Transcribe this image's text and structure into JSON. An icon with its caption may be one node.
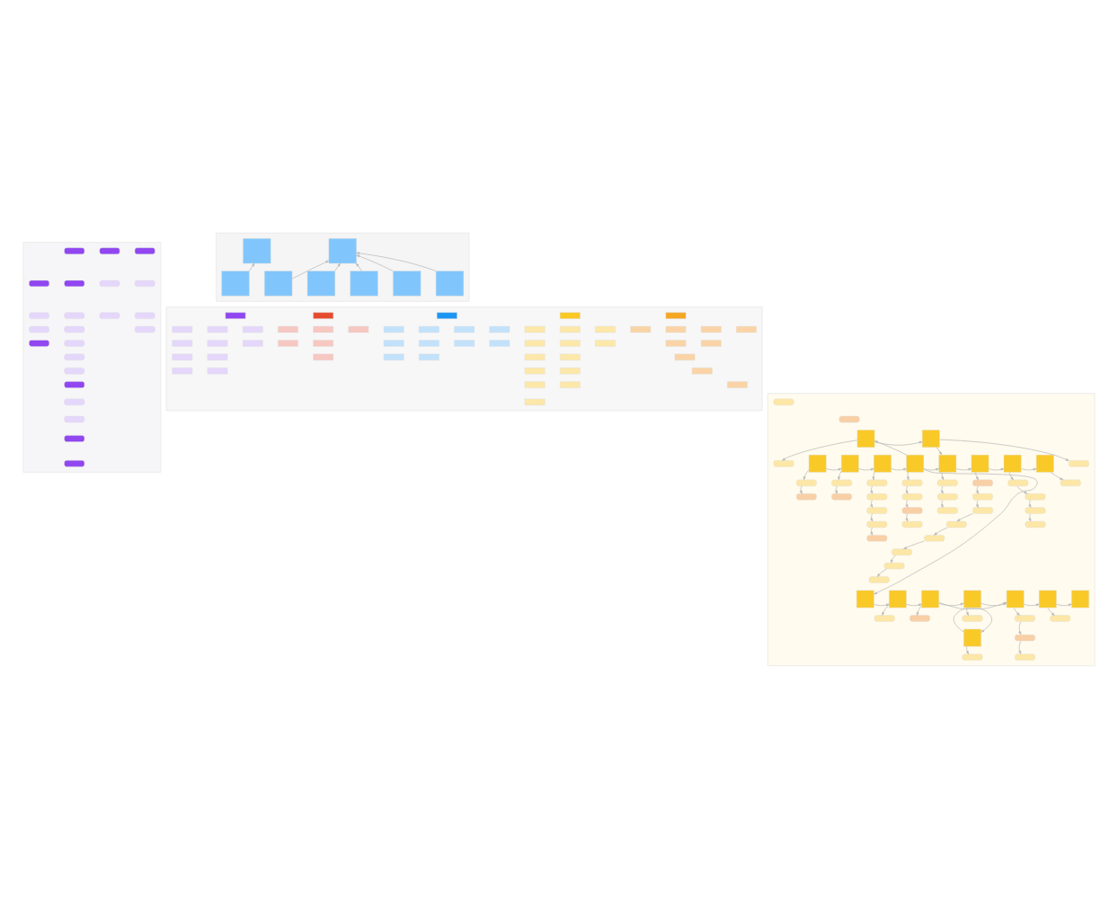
{
  "diagram": {
    "nodes": [
      {
        "text": [],
        "shape": "box"
      },
      {
        "text": [],
        "shape": "box",
        "in": 0
      },
      {
        "text": [],
        "shape": "box",
        "in": 0
      },
      {
        "text": [],
        "shape": "box",
        "in": 0
      },
      {
        "text": [],
        "shape": "box",
        "in": 0
      },
      {
        "text": [],
        "shape": "box",
        "in": 0
      },
      {
        "text": [],
        "shape": "box",
        "in": 0
      },
      {
        "text": [],
        "shape": "box",
        "in": 0
      },
      {
        "text": [],
        "shape": "box",
        "in": 0
      },
      {
        "text": [],
        "shape": "box",
        "in": 0
      },
      {
        "text": [],
        "shape": "box",
        "in": 0
      },
      {
        "text": [],
        "shape": "box",
        "in": 0
      },
      {
        "text": [],
        "shape": "box",
        "in": 0
      },
      {
        "text": [],
        "shape": "box",
        "in": 0
      },
      {
        "text": [],
        "shape": "box",
        "in": 0
      },
      {
        "text": [],
        "shape": "box",
        "in": 0
      },
      {
        "text": [],
        "shape": "box",
        "in": 0
      },
      {
        "text": [],
        "shape": "box",
        "in": 0
      },
      {
        "text": [],
        "shape": "box",
        "in": 0
      },
      {
        "text": [],
        "shape": "box",
        "in": 0
      },
      {
        "text": [],
        "shape": "box",
        "in": 0
      },
      {
        "text": [],
        "shape": "box",
        "in": 0
      },
      {
        "text": [],
        "shape": "box",
        "in": 0
      },
      {
        "text": [],
        "shape": "box",
        "in": 0
      },
      {
        "text": [],
        "shape": "box"
      },
      {
        "text": [],
        "shape": "box",
        "in": 24
      },
      {
        "text": [],
        "shape": "box",
        "in": 24
      },
      {
        "text": [],
        "shape": "box",
        "in": 24
      },
      {
        "text": [],
        "shape": "box",
        "in": 24
      },
      {
        "text": [],
        "shape": "box",
        "in": 24
      },
      {
        "text": [],
        "shape": "box",
        "in": 24
      },
      {
        "text": [],
        "shape": "box",
        "in": 24
      },
      {
        "text": [],
        "shape": "box",
        "in": 24
      },
      {
        "text": [],
        "shape": "box"
      },
      {
        "text": [],
        "shape": "box",
        "in": 33
      },
      {
        "text": [],
        "shape": "box",
        "in": 33
      },
      {
        "text": [],
        "shape": "box",
        "in": 33
      },
      {
        "text": [],
        "shape": "box",
        "in": 33
      },
      {
        "text": [],
        "shape": "box",
        "in": 33
      },
      {
        "text": [],
        "shape": "box",
        "in": 33
      },
      {
        "text": [],
        "shape": "box",
        "in": 33
      },
      {
        "text": [],
        "shape": "box",
        "in": 33
      },
      {
        "text": [],
        "shape": "box",
        "in": 33
      },
      {
        "text": [],
        "shape": "box",
        "in": 33
      },
      {
        "text": [],
        "shape": "box",
        "in": 33
      },
      {
        "text": [],
        "shape": "box",
        "in": 33
      },
      {
        "text": [],
        "shape": "box",
        "in": 33
      },
      {
        "text": [],
        "shape": "box",
        "in": 33
      },
      {
        "text": [],
        "shape": "box",
        "in": 33
      },
      {
        "text": [],
        "shape": "box",
        "in": 33
      },
      {
        "text": [],
        "shape": "box",
        "in": 33
      },
      {
        "text": [],
        "shape": "box",
        "in": 33
      },
      {
        "text": [],
        "shape": "box",
        "in": 33
      },
      {
        "text": [],
        "shape": "box",
        "in": 33
      },
      {
        "text": [],
        "shape": "box",
        "in": 33
      },
      {
        "text": [],
        "shape": "box",
        "in": 33
      },
      {
        "text": [],
        "shape": "box",
        "in": 33
      },
      {
        "text": [],
        "shape": "box",
        "in": 33
      },
      {
        "text": [],
        "shape": "box",
        "in": 33
      },
      {
        "text": [],
        "shape": "box",
        "in": 33
      },
      {
        "text": [],
        "shape": "box",
        "in": 33
      },
      {
        "text": [],
        "shape": "box",
        "in": 33
      },
      {
        "text": [],
        "shape": "box",
        "in": 33
      },
      {
        "text": [],
        "shape": "box",
        "in": 33
      },
      {
        "text": [],
        "shape": "box",
        "in": 33
      },
      {
        "text": [],
        "shape": "box",
        "in": 33
      },
      {
        "text": [],
        "shape": "box",
        "in": 33
      },
      {
        "text": [],
        "shape": "box",
        "in": 33
      },
      {
        "text": [],
        "shape": "box",
        "in": 33
      },
      {
        "text": [],
        "shape": "box",
        "in": 33
      },
      {
        "text": [],
        "shape": "box",
        "in": 33
      },
      {
        "text": [],
        "shape": "box",
        "in": 33
      },
      {
        "text": [],
        "shape": "box",
        "in": 33
      },
      {
        "text": [],
        "shape": "box",
        "in": 33
      },
      {
        "text": [],
        "shape": "box",
        "in": 33
      },
      {
        "text": [],
        "shape": "box",
        "in": 33
      },
      {
        "text": [],
        "shape": "box",
        "in": 33
      },
      {
        "text": [],
        "shape": "box",
        "in": 33
      },
      {
        "text": [],
        "shape": "box",
        "in": 33
      },
      {
        "text": [],
        "shape": "box",
        "in": 33
      },
      {
        "text": [],
        "shape": "box",
        "in": 33
      },
      {
        "text": [],
        "shape": "box",
        "in": 33
      },
      {
        "text": [],
        "shape": "box",
        "in": 33
      },
      {
        "text": [],
        "shape": "box",
        "in": 33
      },
      {
        "text": [],
        "shape": "box",
        "in": 33
      },
      {
        "text": [],
        "shape": "box",
        "in": 33
      },
      {
        "text": [],
        "shape": "box",
        "in": 33
      },
      {
        "text": [],
        "shape": "box"
      },
      {
        "text": [],
        "shape": "box",
        "in": 87
      },
      {
        "text": [],
        "shape": "box",
        "in": 87
      },
      {
        "text": [],
        "shape": "box",
        "in": 87
      },
      {
        "text": [],
        "shape": "box",
        "in": 87
      },
      {
        "text": [],
        "shape": "box",
        "in": 87
      },
      {
        "text": [],
        "shape": "box",
        "in": 87
      },
      {
        "text": [],
        "shape": "box",
        "in": 87
      },
      {
        "text": [],
        "shape": "box",
        "in": 87
      },
      {
        "text": [],
        "shape": "box",
        "in": 87
      },
      {
        "text": [],
        "shape": "box",
        "in": 87
      },
      {
        "text": [],
        "shape": "box",
        "in": 87
      },
      {
        "text": [],
        "shape": "box",
        "in": 87
      },
      {
        "text": [],
        "shape": "box",
        "in": 87
      },
      {
        "text": [],
        "shape": "box",
        "in": 87
      },
      {
        "text": [],
        "shape": "box",
        "in": 87
      },
      {
        "text": [],
        "shape": "box",
        "in": 87
      },
      {
        "text": [],
        "shape": "box",
        "in": 87
      },
      {
        "text": [],
        "shape": "box",
        "in": 87
      },
      {
        "text": [],
        "shape": "box",
        "in": 87
      },
      {
        "text": [],
        "shape": "box",
        "in": 87
      },
      {
        "text": [],
        "shape": "box",
        "in": 87
      },
      {
        "text": [],
        "shape": "box",
        "in": 87
      },
      {
        "text": [],
        "shape": "box",
        "in": 87
      },
      {
        "text": [],
        "shape": "box",
        "in": 87
      },
      {
        "text": [],
        "shape": "box",
        "in": 87
      },
      {
        "text": [],
        "shape": "box",
        "in": 87
      },
      {
        "text": [],
        "shape": "box",
        "in": 87
      },
      {
        "text": [],
        "shape": "box",
        "in": 87
      },
      {
        "text": [],
        "shape": "box",
        "in": 87
      },
      {
        "text": [],
        "shape": "box",
        "in": 87
      },
      {
        "text": [],
        "shape": "box",
        "in": 87
      },
      {
        "text": [],
        "shape": "box",
        "in": 87
      },
      {
        "text": [],
        "shape": "box",
        "in": 87
      },
      {
        "text": [],
        "shape": "box",
        "in": 87
      },
      {
        "text": [],
        "shape": "box",
        "in": 87
      },
      {
        "text": [],
        "shape": "box",
        "in": 87
      },
      {
        "text": [],
        "shape": "box",
        "in": 87
      },
      {
        "text": [],
        "shape": "box",
        "in": 87
      },
      {
        "text": [],
        "shape": "box",
        "in": 87
      },
      {
        "text": [],
        "shape": "box",
        "in": 87
      },
      {
        "text": [],
        "shape": "box",
        "in": 87
      },
      {
        "text": [],
        "shape": "box",
        "in": 87
      },
      {
        "text": [],
        "shape": "box",
        "in": 87
      },
      {
        "text": [],
        "shape": "box",
        "in": 87
      },
      {
        "text": [],
        "shape": "box",
        "in": 87
      },
      {
        "text": [],
        "shape": "box",
        "in": 87
      },
      {
        "text": [],
        "shape": "box",
        "in": 87
      },
      {
        "text": [],
        "shape": "box",
        "in": 87
      },
      {
        "text": [],
        "shape": "box",
        "in": 87
      },
      {
        "text": [],
        "shape": "box",
        "in": 87
      },
      {
        "text": [],
        "shape": "box",
        "in": 87
      },
      {
        "text": [],
        "shape": "box",
        "in": 87
      },
      {
        "text": [],
        "shape": "box",
        "in": 87
      },
      {
        "text": [],
        "shape": "box",
        "in": 87
      },
      {
        "text": [],
        "shape": "box",
        "in": 87
      },
      {
        "text": [],
        "shape": "box",
        "in": 87
      },
      {
        "text": [],
        "shape": "box",
        "in": 87
      },
      {
        "text": [],
        "shape": "box",
        "in": 87
      },
      {
        "text": [],
        "shape": "box",
        "in": 87
      }
    ],
    "edges": [
      {
        "from": 27,
        "to": 25,
        "arrow": "to"
      },
      {
        "from": 28,
        "to": 26,
        "arrow": "to"
      },
      {
        "from": 29,
        "to": 26,
        "arrow": "to"
      },
      {
        "from": 30,
        "to": 26,
        "arrow": "to"
      },
      {
        "from": 31,
        "to": 26,
        "arrow": "to"
      },
      {
        "from": 32,
        "to": 26,
        "arrow": "to"
      },
      {
        "from": 90,
        "to": 91,
        "arrow": "to"
      },
      {
        "from": 91,
        "to": 92,
        "arrow": "to"
      },
      {
        "from": 92,
        "to": 93,
        "arrow": "to"
      },
      {
        "from": 93,
        "to": 94,
        "arrow": "to"
      },
      {
        "from": 94,
        "to": 95,
        "arrow": "to"
      },
      {
        "from": 95,
        "to": 96,
        "arrow": "to"
      },
      {
        "from": 96,
        "to": 97,
        "arrow": "to"
      },
      {
        "from": 93,
        "to": 98,
        "arrow": "to"
      },
      {
        "from": 98,
        "to": 99,
        "arrow": "to"
      },
      {
        "from": 99,
        "to": 94,
        "arrow": "to"
      },
      {
        "from": 93,
        "to": 100,
        "arrow": "to"
      },
      {
        "from": 100,
        "to": 101,
        "arrow": "to"
      },
      {
        "from": 101,
        "to": 102,
        "arrow": "to"
      },
      {
        "from": 102,
        "to": 103,
        "arrow": "to"
      },
      {
        "from": 103,
        "to": 104,
        "arrow": "to"
      },
      {
        "from": 104,
        "to": 105,
        "arrow": "to"
      },
      {
        "from": 105,
        "to": 106,
        "arrow": "to"
      },
      {
        "from": 102,
        "to": 107,
        "arrow": "to"
      },
      {
        "from": 107,
        "to": 104,
        "arrow": "to"
      },
      {
        "from": 90,
        "to": 108,
        "arrow": "to"
      },
      {
        "from": 108,
        "to": 109,
        "arrow": "to"
      },
      {
        "from": 91,
        "to": 110,
        "arrow": "to"
      },
      {
        "from": 110,
        "to": 111,
        "arrow": "to"
      },
      {
        "from": 92,
        "to": 112,
        "arrow": "to"
      },
      {
        "from": 112,
        "to": 113,
        "arrow": "to"
      },
      {
        "from": 113,
        "to": 114,
        "arrow": "to"
      },
      {
        "from": 114,
        "to": 115,
        "arrow": "to"
      },
      {
        "from": 115,
        "to": 116,
        "arrow": "to"
      },
      {
        "from": 93,
        "to": 117,
        "arrow": "to"
      },
      {
        "from": 117,
        "to": 118,
        "arrow": "to"
      },
      {
        "from": 118,
        "to": 119,
        "arrow": "to"
      },
      {
        "from": 119,
        "to": 120,
        "arrow": "to"
      },
      {
        "from": 94,
        "to": 121,
        "arrow": "to"
      },
      {
        "from": 121,
        "to": 122,
        "arrow": "to"
      },
      {
        "from": 122,
        "to": 123,
        "arrow": "to"
      },
      {
        "from": 95,
        "to": 124,
        "arrow": "to"
      },
      {
        "from": 124,
        "to": 125,
        "arrow": "to"
      },
      {
        "from": 125,
        "to": 126,
        "arrow": "to"
      },
      {
        "from": 126,
        "to": 127,
        "arrow": "to"
      },
      {
        "from": 127,
        "to": 128,
        "arrow": "to"
      },
      {
        "from": 128,
        "to": 129,
        "arrow": "to"
      },
      {
        "from": 129,
        "to": 130,
        "arrow": "to"
      },
      {
        "from": 130,
        "to": 131,
        "arrow": "to"
      },
      {
        "from": 96,
        "to": 132,
        "arrow": "to"
      },
      {
        "from": 132,
        "to": 133,
        "arrow": "to"
      },
      {
        "from": 133,
        "to": 134,
        "arrow": "to"
      },
      {
        "from": 134,
        "to": 135,
        "arrow": "to"
      },
      {
        "from": 97,
        "to": 136,
        "arrow": "to"
      },
      {
        "from": 98,
        "to": 137,
        "arrow": "to"
      },
      {
        "from": 99,
        "to": 138,
        "arrow": "to"
      },
      {
        "from": 101,
        "to": 139,
        "arrow": "to"
      },
      {
        "from": 102,
        "to": 140,
        "arrow": "to"
      },
      {
        "from": 103,
        "to": 141,
        "arrow": "to"
      },
      {
        "from": 104,
        "to": 142,
        "arrow": "to"
      },
      {
        "from": 142,
        "to": 143,
        "arrow": "to"
      },
      {
        "from": 143,
        "to": 144,
        "arrow": "to"
      },
      {
        "from": 105,
        "to": 145,
        "arrow": "to"
      },
      {
        "from": 107,
        "to": 146,
        "arrow": "to"
      }
    ]
  }
}
